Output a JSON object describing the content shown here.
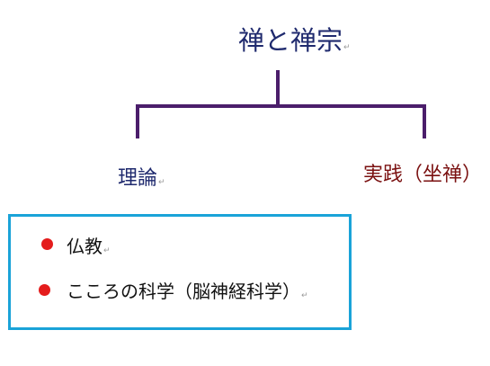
{
  "diagram": {
    "title": "禅と禅宗",
    "branches": {
      "left": "理論",
      "right": "実践（坐禅）"
    },
    "items": [
      "仏教",
      "こころの科学（脳神経科学）"
    ],
    "colors": {
      "connector": "#4b1e6b",
      "title_text": "#1f2a6e",
      "left_text": "#1f2a6e",
      "right_text": "#7a1010",
      "box_border": "#1aa3d8",
      "bullet": "#e41c1c"
    }
  }
}
